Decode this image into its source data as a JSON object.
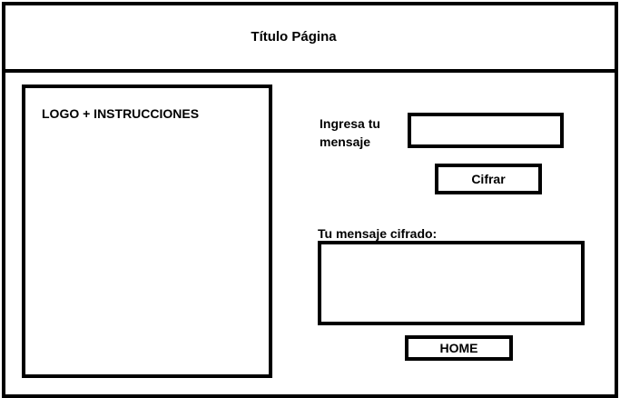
{
  "header": {
    "title": "Título Página"
  },
  "logo_panel": {
    "label": "LOGO + INSTRUCCIONES"
  },
  "encrypt_form": {
    "input_label": "Ingresa tu mensaje",
    "input_value": "",
    "cipher_button_label": "Cifrar",
    "output_label": "Tu mensaje cifrado:",
    "output_value": "",
    "home_button_label": "HOME"
  }
}
